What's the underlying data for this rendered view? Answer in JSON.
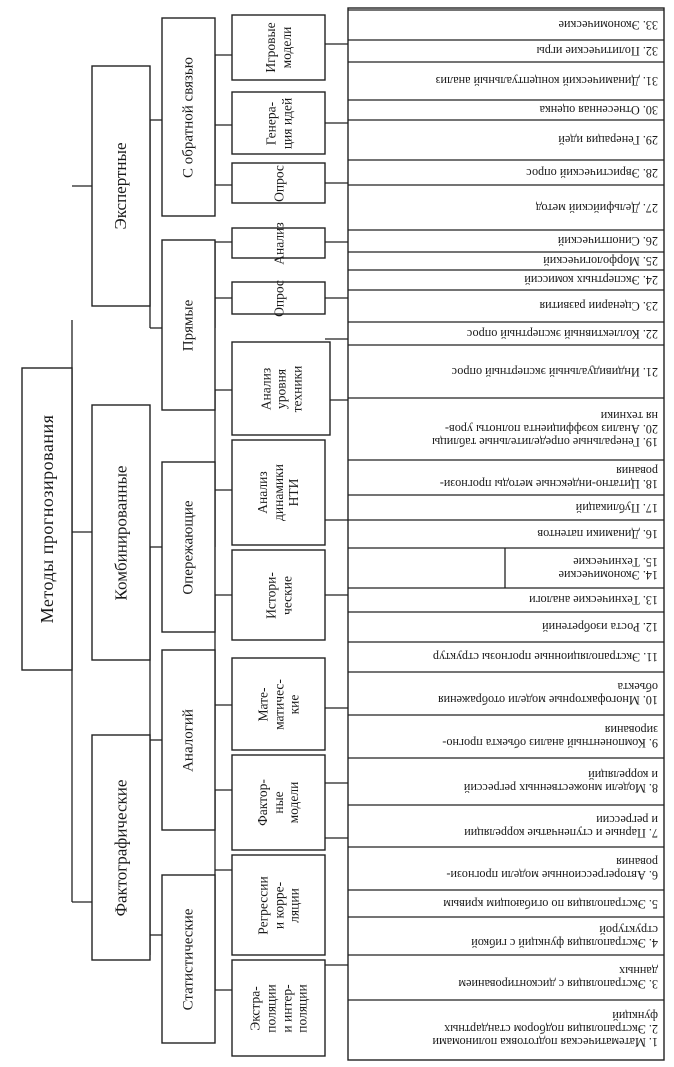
{
  "title": "Методы прогнозирования",
  "groups": {
    "factographic": "Фактографические",
    "combined": "Комбинированные",
    "expert": "Экспертные"
  },
  "subgroups": {
    "statistical": "Статистические",
    "analogies": "Аналогий",
    "leading": "Опережающие",
    "direct": "Прямые",
    "feedback": "С обратной связью"
  },
  "methods": {
    "extrapolation": [
      "Экстра-",
      "поляции",
      "и интер-",
      "поляции"
    ],
    "regression": [
      "Регрессии",
      "и корре-",
      "ляции"
    ],
    "factor_models": [
      "Фактор-",
      "ные",
      "модели"
    ],
    "math": [
      "Мате-",
      "матичес-",
      "кие"
    ],
    "historical": [
      "Истори-",
      "ческие"
    ],
    "sti_dynamics": [
      "Анализ",
      "динамики",
      "НТИ"
    ],
    "tech_level": [
      "Анализ",
      "уровня",
      "техники"
    ],
    "survey1": [
      "Опрос"
    ],
    "analysis": [
      "Анализ"
    ],
    "survey2": [
      "Опрос"
    ],
    "idea_gen": [
      "Генера-",
      "ция идей"
    ],
    "games": [
      "Игровые",
      "модели"
    ]
  },
  "leaves": {
    "l1": [
      "1. Математическая подготовка полиномами",
      "2. Экстраполяция подбором стандартных",
      "функций"
    ],
    "l2": [
      "3. Экстраполяция с дисконтированием",
      "данных"
    ],
    "l3": [
      "4. Экстраполяция функций с гибкой",
      "структурой"
    ],
    "l4": [
      "5. Экстраполяция по огибающим кривым"
    ],
    "l5": [
      "6. Авторегрессионные модели прогнози-",
      "рования"
    ],
    "l6": [
      "7. Парные и ступенчатые корреляции",
      "и регрессии"
    ],
    "l7": [
      "8. Модели множественных регрессий",
      "и корреляций"
    ],
    "l8": [
      "9. Компонентный анализ объекта прогно-",
      "зирования"
    ],
    "l9": [
      "10. Многофакторные модели отображения",
      "объекта"
    ],
    "l10": [
      "11. Экстраполяционные прогнозы структур"
    ],
    "l11": [
      "12. Роста изобретений"
    ],
    "l12": [
      "13. Технические аналоги"
    ],
    "l13": [
      "14. Экономические",
      "15. Технические"
    ],
    "l14": [
      "16. Динамики патентов"
    ],
    "l15": [
      "17. Публикаций"
    ],
    "l16": [
      "18. Цитатно-индексные методы прогнози-",
      "рования"
    ],
    "l17": [
      "19. Генеральные определительные таблицы",
      "20. Анализ коэффициента полноты уров-",
      "ня техники"
    ],
    "l18": [
      "21. Индивидуальный экспертный опрос"
    ],
    "l19": [
      "22. Коллективный экспертный опрос"
    ],
    "l20": [
      "23. Сценарии развития"
    ],
    "l21": [
      "24. Экспертных комиссий"
    ],
    "l22": [
      "25. Морфологический"
    ],
    "l23": [
      "26. Синоптический"
    ],
    "l24": [
      "27. Дельфийский метод"
    ],
    "l25": [
      "28. Эвристический опрос"
    ],
    "l26": [
      "29. Генерация идей"
    ],
    "l27": [
      "30. Отнесенная оценка"
    ],
    "l28": [
      "31. Динамический концептуальный анализ"
    ],
    "l29": [
      "32. Политические игры"
    ],
    "l30": [
      "33. Экономические"
    ]
  }
}
